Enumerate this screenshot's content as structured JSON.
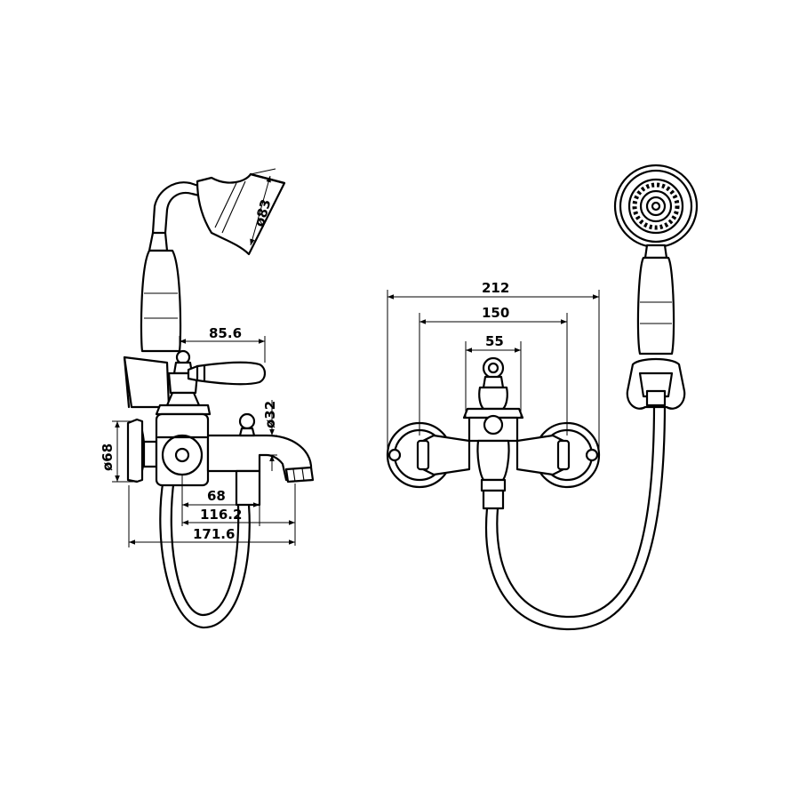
{
  "dimensions": {
    "side": {
      "head_diameter": "ø83",
      "lever_length": "85.6",
      "spout_diameter": "ø32",
      "flange_diameter": "ø68",
      "body_offset": "68",
      "spout_offset": "116.2",
      "total_depth": "171.6"
    },
    "front": {
      "overall_width": "212",
      "centers": "150",
      "valve_width": "55"
    }
  }
}
